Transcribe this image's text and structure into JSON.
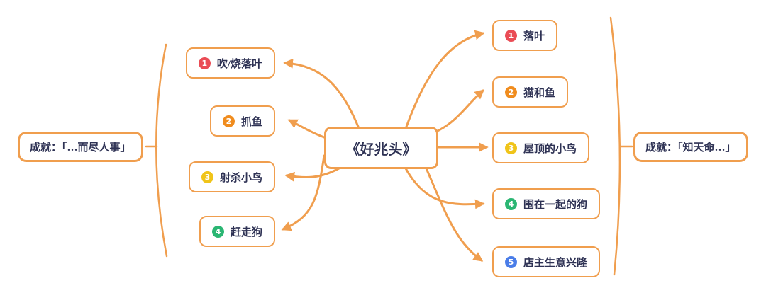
{
  "title": "《好兆头》",
  "colors": {
    "line_orange": "#f09e4e",
    "text_navy": "#2e3254",
    "badge_1_red": "#ea4c55",
    "badge_2_orange": "#f08c1e",
    "badge_3_yellow": "#f0c419",
    "badge_4_green": "#2bb673",
    "badge_5_blue": "#4a7de8"
  },
  "left": {
    "achievement": "成就：「…而尽人事」",
    "items": [
      {
        "num": "1",
        "label": "吹/烧落叶"
      },
      {
        "num": "2",
        "label": "抓鱼"
      },
      {
        "num": "3",
        "label": "射杀小鸟"
      },
      {
        "num": "4",
        "label": "赶走狗"
      }
    ]
  },
  "right": {
    "achievement": "成就：「知天命…」",
    "items": [
      {
        "num": "1",
        "label": "落叶"
      },
      {
        "num": "2",
        "label": "猫和鱼"
      },
      {
        "num": "3",
        "label": "屋顶的小鸟"
      },
      {
        "num": "4",
        "label": "围在一起的狗"
      },
      {
        "num": "5",
        "label": "店主生意兴隆"
      }
    ]
  }
}
